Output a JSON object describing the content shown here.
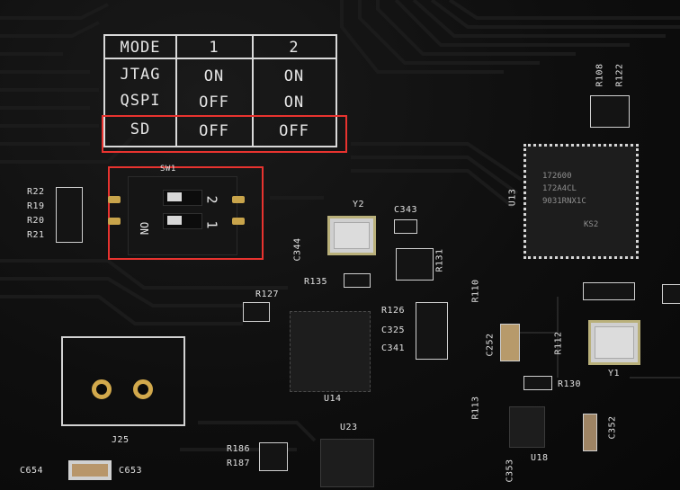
{
  "mode_table": {
    "header": [
      "MODE",
      "1",
      "2"
    ],
    "rows": [
      [
        "JTAG",
        "ON",
        "ON"
      ],
      [
        "QSPI",
        "OFF",
        "ON"
      ],
      [
        "SD",
        "OFF",
        "OFF"
      ]
    ]
  },
  "switch": {
    "label": "SW1",
    "on_label": "ON",
    "pos1_label": "1",
    "pos2_label": "2"
  },
  "labels": {
    "r22": "R22",
    "r19": "R19",
    "r20": "R20",
    "r21": "R21",
    "y2": "Y2",
    "c343": "C343",
    "c344": "C344",
    "r135": "R135",
    "r131": "R131",
    "r127": "R127",
    "r126": "R126",
    "c325": "C325",
    "c341": "C341",
    "u13": "U13",
    "r108": "R108",
    "r122": "R122",
    "r110": "R110",
    "c252": "C252",
    "r112": "R112",
    "y1": "Y1",
    "r130": "R130",
    "c352": "C352",
    "u18": "U18",
    "c353": "C353",
    "r113": "R113",
    "u14": "U14",
    "u23": "U23",
    "j25": "J25",
    "r186": "R186",
    "r187": "R187",
    "c654": "C654",
    "c653": "C653"
  },
  "chip_markings": {
    "u13": [
      "172600",
      "172A4CL",
      "9031RNX1C",
      "KS2"
    ]
  },
  "colors": {
    "board": "#0b0b0b",
    "silkscreen": "#e6e6e6",
    "highlight": "#e8332f",
    "pad": "#c8a44b"
  }
}
